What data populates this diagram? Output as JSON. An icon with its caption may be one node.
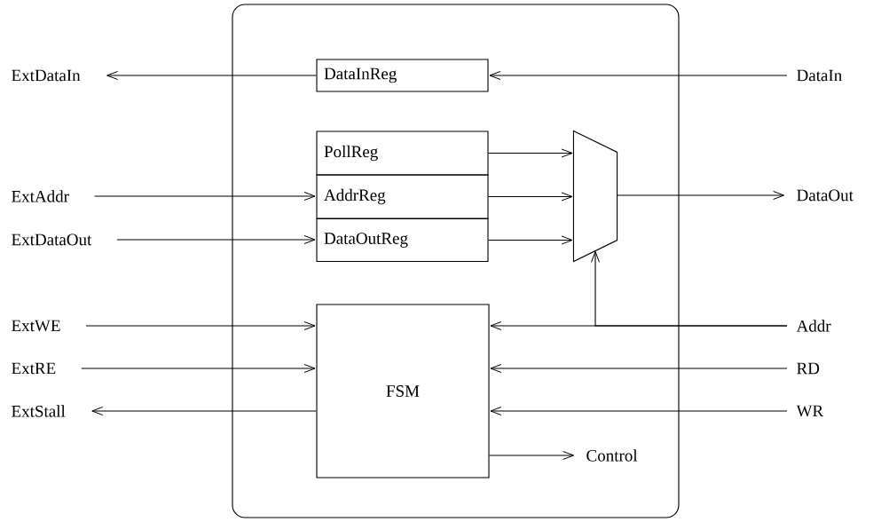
{
  "diagram": {
    "nodes": [
      {
        "text": [],
        "shape": "box"
      },
      {
        "text": [
          "DataInReg"
        ],
        "in": 0
      },
      {
        "text": [
          "PollReg"
        ],
        "in": 0
      },
      {
        "text": [
          "AddrReg"
        ],
        "in": 0
      },
      {
        "text": [
          "DataOutReg"
        ],
        "in": 0
      },
      {
        "text": [],
        "shape": "trapezoid",
        "in": 0
      },
      {
        "text": [
          "FSM"
        ],
        "in": 0
      },
      {
        "text": [
          "ExtDataIn"
        ]
      },
      {
        "text": [
          "DataIn"
        ]
      },
      {
        "text": [
          "ExtAddr"
        ]
      },
      {
        "text": [
          "ExtDataOut"
        ]
      },
      {
        "text": [
          "DataOut"
        ]
      },
      {
        "text": [
          "ExtWE"
        ]
      },
      {
        "text": [
          "ExtRE"
        ]
      },
      {
        "text": [
          "ExtStall"
        ]
      },
      {
        "text": [
          "Addr"
        ]
      },
      {
        "text": [
          "RD"
        ]
      },
      {
        "text": [
          "WR"
        ]
      },
      {
        "text": [
          "Control"
        ],
        "in": 0
      }
    ],
    "edges": [
      {
        "from": 8,
        "to": 1,
        "arrow": "to"
      },
      {
        "from": 1,
        "to": 7,
        "arrow": "to"
      },
      {
        "from": 2,
        "to": 5,
        "arrow": "to"
      },
      {
        "from": 3,
        "to": 5,
        "arrow": "to"
      },
      {
        "from": 4,
        "to": 5,
        "arrow": "to"
      },
      {
        "from": 9,
        "to": 3,
        "arrow": "to"
      },
      {
        "from": 10,
        "to": 4,
        "arrow": "to"
      },
      {
        "from": 5,
        "to": 11,
        "arrow": "to"
      },
      {
        "from": 12,
        "to": 6,
        "arrow": "to"
      },
      {
        "from": 13,
        "to": 6,
        "arrow": "to"
      },
      {
        "from": 6,
        "to": 14,
        "arrow": "to"
      },
      {
        "from": 15,
        "to": 6,
        "arrow": "to"
      },
      {
        "from": 15,
        "to": 5,
        "arrow": "to"
      },
      {
        "from": 16,
        "to": 6,
        "arrow": "to"
      },
      {
        "from": 17,
        "to": 6,
        "arrow": "to"
      },
      {
        "from": 6,
        "to": 18,
        "arrow": "to"
      }
    ]
  }
}
